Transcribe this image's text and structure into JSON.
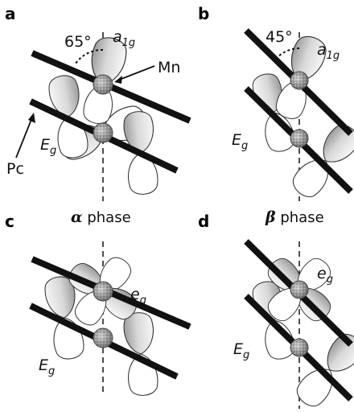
{
  "panels": {
    "a": {
      "letter": "a",
      "angle": "65°",
      "orbital_top": "a",
      "orbital_top_sub": "1g",
      "orbital_bottom": "E",
      "orbital_bottom_sub": "g",
      "label_metal": "Mn",
      "label_ring": "Pc"
    },
    "b": {
      "letter": "b",
      "angle": "45°",
      "orbital_top": "a",
      "orbital_top_sub": "1g",
      "orbital_bottom": "E",
      "orbital_bottom_sub": "g"
    },
    "c": {
      "letter": "c",
      "phase_symbol": "α",
      "phase_word": " phase",
      "orbital_top": "e",
      "orbital_top_sub": "g",
      "orbital_bottom": "E",
      "orbital_bottom_sub": "g"
    },
    "d": {
      "letter": "d",
      "phase_symbol": "β",
      "phase_word": " phase",
      "orbital_top": "e",
      "orbital_top_sub": "g",
      "orbital_bottom": "E",
      "orbital_bottom_sub": "g"
    }
  },
  "colors": {
    "bar": "#111111",
    "lobe_light": "#f4f4f4",
    "lobe_dark": "#a8a8a8",
    "atom": "#8a8a8a"
  }
}
